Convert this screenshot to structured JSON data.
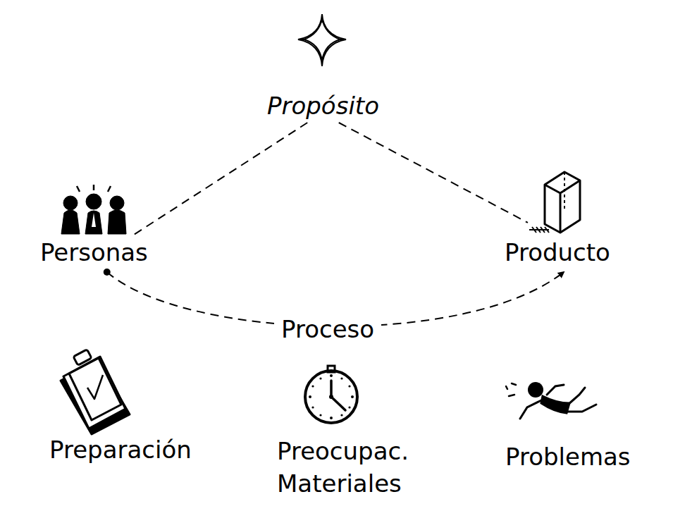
{
  "diagram": {
    "nodes": [
      {
        "text": [
          "Propósito"
        ]
      },
      {
        "text": [
          "Personas"
        ]
      },
      {
        "text": [
          "Producto"
        ]
      }
    ],
    "edges": [
      {
        "from": 0,
        "to": 1,
        "arrow": "none"
      },
      {
        "from": 0,
        "to": 2,
        "arrow": "none"
      },
      {
        "from": 1,
        "to": 2,
        "label": "Proceso",
        "arrow": "to"
      }
    ],
    "labels": [
      "Preparación",
      "Preocupac.",
      "Materiales",
      "Problemas"
    ]
  }
}
